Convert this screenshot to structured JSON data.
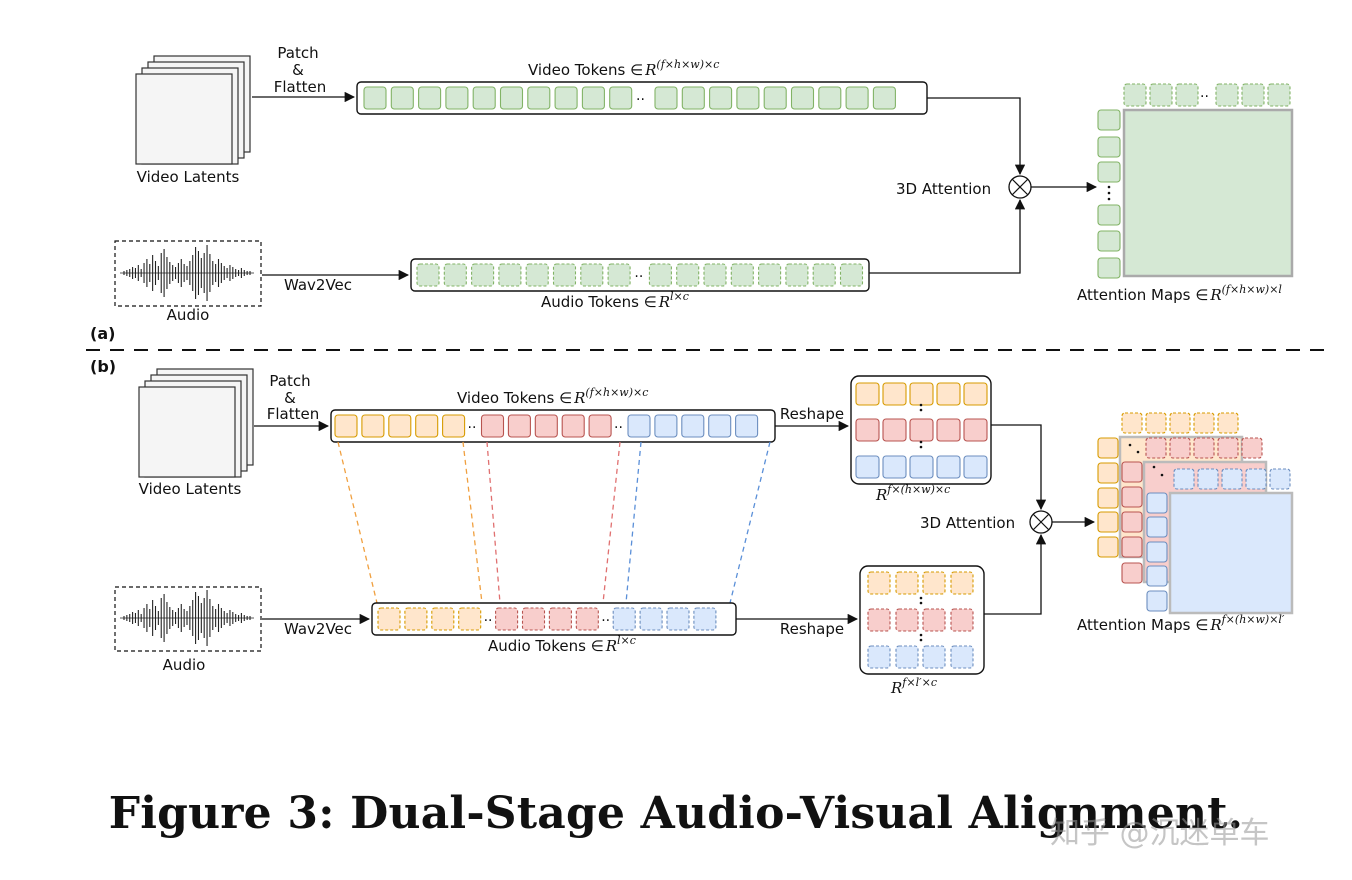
{
  "panel_a": {
    "label": "(a)",
    "video_latents_label": "Video Latents",
    "patch_label": "Patch",
    "amp_label": "&",
    "flatten_label": "Flatten",
    "video_tokens_label": "Video Tokens ∈",
    "video_tokens_base": "R",
    "video_tokens_sup": "(f×h×w)×c",
    "audio_label": "Audio",
    "wav2vec_label": "Wav2Vec",
    "audio_tokens_label": "Audio Tokens ∈",
    "audio_tokens_base": "R",
    "audio_tokens_sup": "l×c",
    "attention_label": "3D Attention",
    "attention_maps_label": "Attention Maps ∈",
    "attention_maps_base": "R",
    "attention_maps_sup": "(f×h×w)×l"
  },
  "panel_b": {
    "label": "(b)",
    "video_latents_label": "Video Latents",
    "patch_label": "Patch",
    "amp_label": "&",
    "flatten_label": "Flatten",
    "video_tokens_label": "Video Tokens ∈",
    "video_tokens_base": "R",
    "video_tokens_sup": "(f×h×w)×c",
    "reshape_label_top": "Reshape",
    "reshaped_video_base": "R",
    "reshaped_video_sup": "f×(h×w)×c",
    "audio_label": "Audio",
    "wav2vec_label": "Wav2Vec",
    "audio_tokens_label": "Audio Tokens ∈",
    "audio_tokens_base": "R",
    "audio_tokens_sup": "l×c",
    "reshape_label_bottom": "Reshape",
    "reshaped_audio_base": "R",
    "reshaped_audio_sup": "f×l′×c",
    "attention_label": "3D Attention",
    "attention_maps_label": "Attention Maps ∈",
    "attention_maps_base": "R",
    "attention_maps_sup": "f×(h×w)×l′"
  },
  "ellipsis": "··",
  "caption": "Figure 3: Dual-Stage Audio-Visual Alignment.",
  "watermark": "知乎 @沉迷单车",
  "colors": {
    "green_fill": "#d5e8d4",
    "green_stroke": "#82b366",
    "orange_fill": "#ffe6cc",
    "orange_stroke": "#d79b00",
    "red_fill": "#f8cecc",
    "red_stroke": "#b85450",
    "blue_fill": "#dae8fc",
    "blue_stroke": "#6c8ebf",
    "gray_fill": "#f5f5f5",
    "gray_stroke": "#666666"
  },
  "icons": [
    "video-latents-stack-icon",
    "audio-waveform-icon",
    "multiply-operator-icon"
  ]
}
